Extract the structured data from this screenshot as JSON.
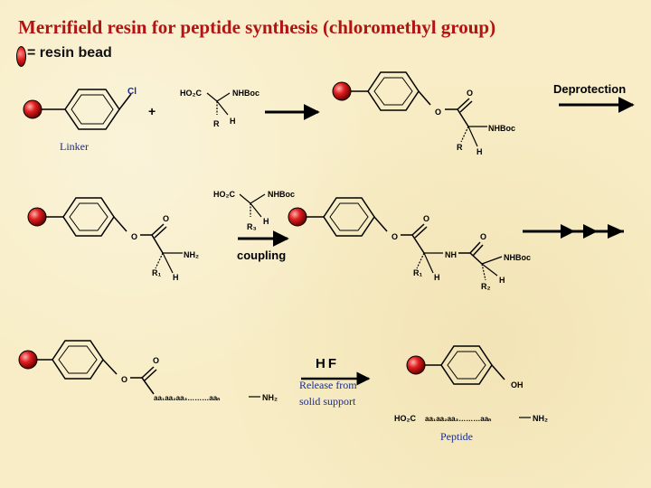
{
  "title": "Merrifield resin for peptide synthesis (chloromethyl group)",
  "legend": "= resin bead",
  "labels": {
    "linker": "Linker",
    "deprotection": "Deprotection",
    "coupling": "coupling",
    "hf": "HF",
    "release_line1": "Release from",
    "release_line2": "solid support",
    "peptide": "Peptide",
    "plus": "+"
  },
  "chem": {
    "cl": "Cl",
    "ho2c": "HO₂C",
    "nhboc": "NHBoc",
    "r": "R",
    "h": "H",
    "o": "O",
    "nh2": "NH₂",
    "nh": "NH",
    "r1": "R₁",
    "r2": "R₂",
    "r3": "R₃",
    "oh": "OH",
    "chain": "aa₁aa₂aa₃………aaₙ"
  },
  "colors": {
    "title": "#b21414",
    "label": "#1a2c8c",
    "bead": "#e02020",
    "background": "#f8edc6"
  }
}
